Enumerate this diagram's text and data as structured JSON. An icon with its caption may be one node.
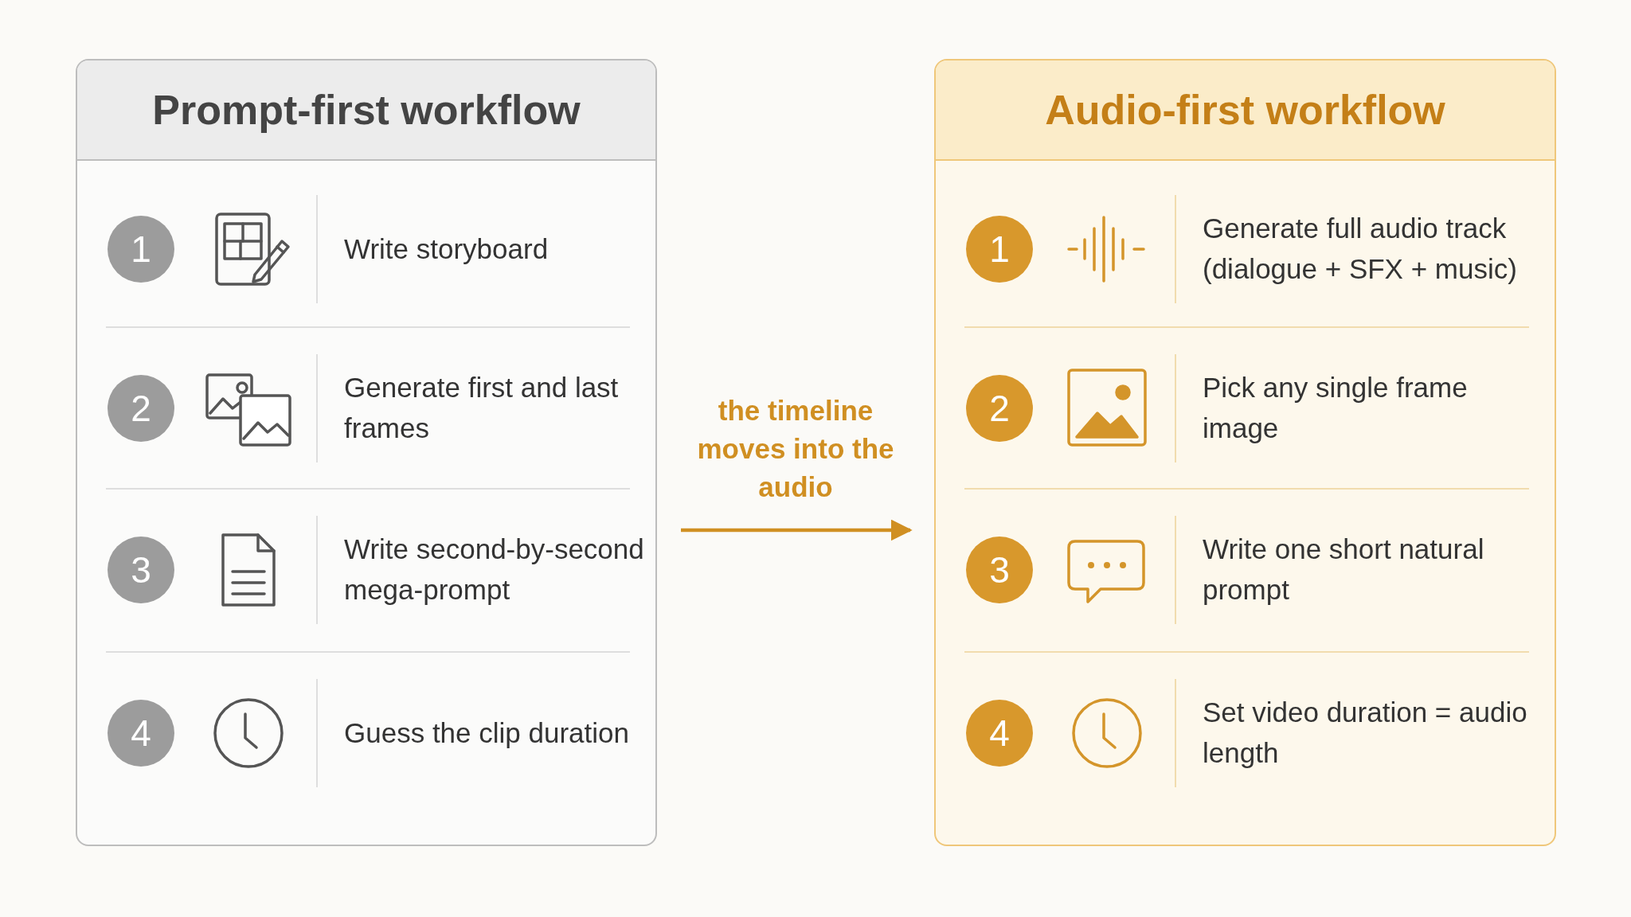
{
  "diagram": {
    "nodes": [
      {
        "text": [
          "Prompt-first workflow"
        ]
      },
      {
        "text": [
          "1",
          "Write storyboard"
        ],
        "in": 0
      },
      {
        "text": [
          "2",
          "Generate first and last frames"
        ],
        "in": 0
      },
      {
        "text": [
          "3",
          "Write second-by-second mega-prompt"
        ],
        "in": 0
      },
      {
        "text": [
          "4",
          "Guess the clip duration"
        ],
        "in": 0
      },
      {
        "text": [
          "Audio-first workflow"
        ]
      },
      {
        "text": [
          "1",
          "Generate full audio track (dialogue + SFX + music)"
        ],
        "in": 5
      },
      {
        "text": [
          "2",
          "Pick any single frame image"
        ],
        "in": 5
      },
      {
        "text": [
          "3",
          "Write one short natural prompt"
        ],
        "in": 5
      },
      {
        "text": [
          "4",
          "Set video duration = audio length"
        ],
        "in": 5
      }
    ],
    "edges": [
      {
        "from": 0,
        "to": 5,
        "arrow": "to",
        "label": "the timeline moves into the audio"
      }
    ]
  }
}
